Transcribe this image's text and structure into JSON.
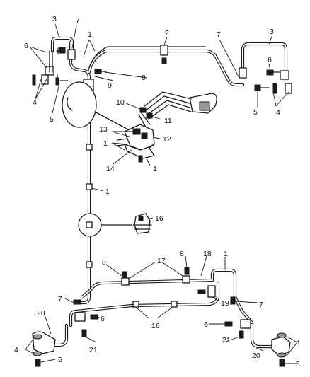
{
  "callouts": {
    "c1": "1",
    "c2": "2",
    "c3": "3",
    "c4": "4",
    "c5": "5",
    "c6": "6",
    "c7": "7",
    "c8": "8",
    "c9": "9",
    "c10": "10",
    "c11": "11",
    "c12": "12",
    "c13": "13",
    "c14": "14",
    "c16": "16",
    "c17": "17",
    "c18": "18",
    "c19": "19",
    "c20": "20",
    "c21": "21"
  },
  "icons": {
    "fitting": "tube-fitting-icon",
    "bolt": "bolt-icon",
    "bracket": "mounting-bracket-icon",
    "grommet": "grommet-icon",
    "valve": "proportioning-valve-icon",
    "master_cylinder": "master-cylinder-icon"
  }
}
